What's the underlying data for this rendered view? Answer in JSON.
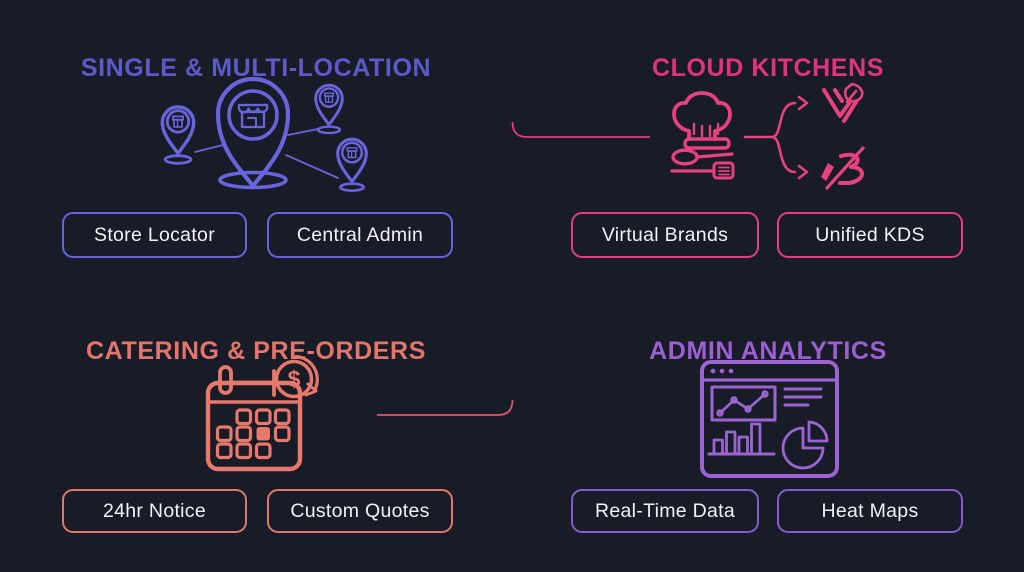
{
  "background": "#181C27",
  "chip_text_color": "#F2F1F6",
  "quadrants": [
    {
      "id": "single-multi-location",
      "title": "SINGLE & MULTI-LOCATION",
      "title_color": "#5E58CB",
      "border_color": "#6663E3",
      "icon": "multi-location-map-pins-icon",
      "icon_color": "#6A63DE",
      "buttons": [
        {
          "label": "Store Locator"
        },
        {
          "label": "Central Admin"
        }
      ]
    },
    {
      "id": "cloud-kitchens",
      "title": "CLOUD KITCHENS",
      "title_color": "#E0337E",
      "border_color": "#E23C82",
      "icon": "chef-hat-branching-to-brands-icon",
      "icon_color": "#E8417F",
      "buttons": [
        {
          "label": "Virtual Brands"
        },
        {
          "label": "Unified KDS"
        }
      ]
    },
    {
      "id": "catering-pre-orders",
      "title": "CATERING & PRE-ORDERS",
      "title_color": "#E3756A",
      "border_color": "#E3756A",
      "icon": "calendar-with-payment-icon",
      "icon_color": "#E8786C",
      "buttons": [
        {
          "label": "24hr Notice"
        },
        {
          "label": "Custom Quotes"
        }
      ]
    },
    {
      "id": "admin-analytics",
      "title": "ADMIN ANALYTICS",
      "title_color": "#9B5FD2",
      "border_color": "#8659CC",
      "icon": "analytics-dashboard-icon",
      "icon_color": "#9B63D3",
      "buttons": [
        {
          "label": "Real-Time Data"
        },
        {
          "label": "Heat Maps"
        }
      ]
    }
  ],
  "connectors": {
    "vertical_divider_color": "#C2457F",
    "vertical_divider_top_color": "#8E4B94",
    "horizontal_divider_color": "#9A4070",
    "branch_to_kitchens_color": "#E23A80",
    "branch_to_catering_color": "#D8566F"
  }
}
